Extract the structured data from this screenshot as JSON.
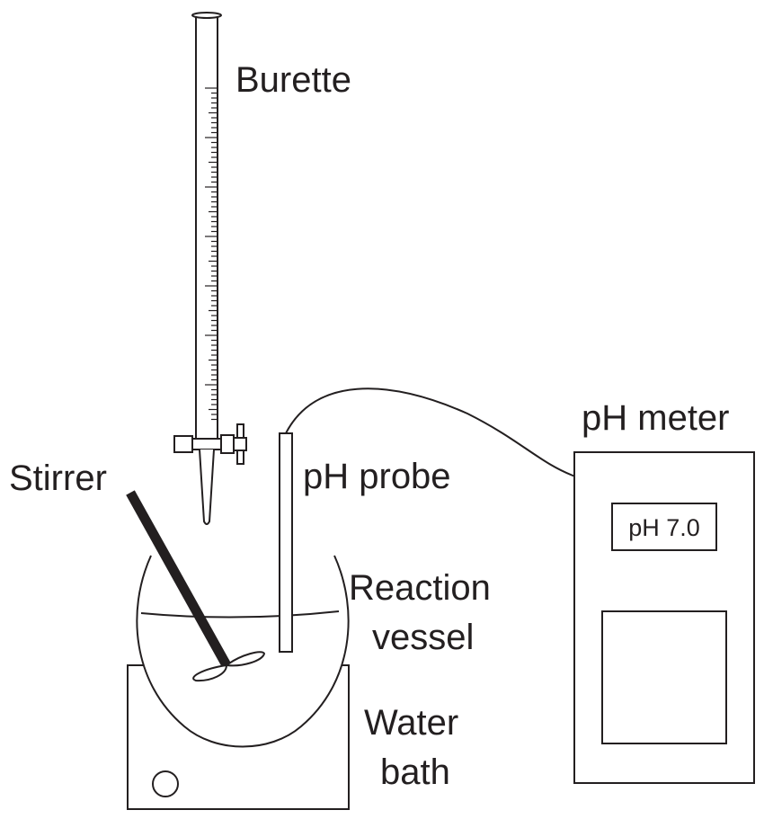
{
  "labels": {
    "burette": "Burette",
    "stirrer": "Stirrer",
    "ph_probe": "pH probe",
    "reaction_vessel_line1": "Reaction",
    "reaction_vessel_line2": "vessel",
    "water_bath_line1": "Water",
    "water_bath_line2": "bath",
    "ph_meter": "pH meter"
  },
  "ph_meter": {
    "display": "pH 7.0"
  },
  "colors": {
    "line": "#231f20",
    "background": "#ffffff"
  }
}
